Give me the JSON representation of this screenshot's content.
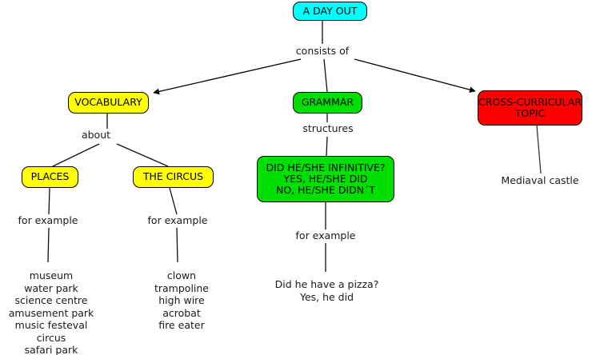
{
  "map": {
    "root": {
      "label": "A DAY OUT",
      "color": "#00ffff"
    },
    "root_relation": "consists of",
    "branches": {
      "vocabulary": {
        "label": "VOCABULARY",
        "color": "#ffff00",
        "relation": "about",
        "children": [
          {
            "label": "PLACES",
            "color": "#ffff00",
            "relation": "for example",
            "items": "museum\nwater park\nscience centre\namusement park\nmusic festeval\ncircus\nsafari park"
          },
          {
            "label": "THE CIRCUS",
            "color": "#ffff00",
            "relation": "for example",
            "items": "clown\ntrampoline\nhigh wire\nacrobat\nfire eater"
          }
        ]
      },
      "grammar": {
        "label": "GRAMMAR",
        "color": "#00e000",
        "relation": "structures",
        "structures_box": "DID HE/SHE INFINITIVE?\nYES, HE/SHE DID\nNO, HE/SHE DIDN´T",
        "example_relation": "for example",
        "example": "Did he have a pizza?\nYes, he did"
      },
      "cross_curricular": {
        "label": "CROSS-CURRICULAR\nTOPIC",
        "color": "#fe0000",
        "leaf": "Mediaval castle"
      }
    }
  }
}
